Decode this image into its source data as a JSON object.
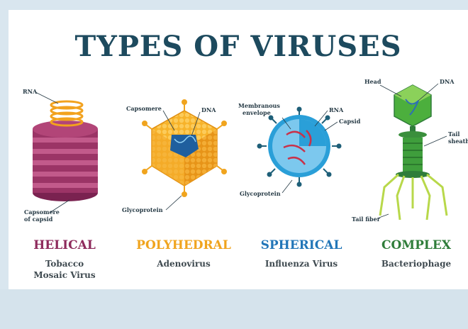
{
  "title": "TYPES OF VIRUSES",
  "colors": {
    "helical": "#8e2a5c",
    "polyhedral": "#f0a41e",
    "spherical": "#2276b8",
    "complex": "#2f7d3a",
    "title": "#1d4a5e"
  },
  "viruses": [
    {
      "type": "HELICAL",
      "example": [
        "Tobacco",
        "Mosaic Virus"
      ],
      "labels": {
        "top": "RNA",
        "bottom": [
          "Capsomere",
          "of capsid"
        ]
      }
    },
    {
      "type": "POLYHEDRAL",
      "example": [
        "Adenovirus"
      ],
      "labels": {
        "left": "Capsomere",
        "right": "DNA",
        "bottom": "Glycoprotein"
      }
    },
    {
      "type": "SPHERICAL",
      "example": [
        "Influenza Virus"
      ],
      "labels": {
        "envelope": [
          "Membranous",
          "envelope"
        ],
        "rna": "RNA",
        "capsid": "Capsid",
        "bottom": "Glycoprotein"
      }
    },
    {
      "type": "COMPLEX",
      "example": [
        "Bacteriophage"
      ],
      "labels": {
        "head": "Head",
        "dna": "DNA",
        "tail_sheath": [
          "Tail",
          "sheath"
        ],
        "tail_fiber": "Tail fiber"
      }
    }
  ]
}
